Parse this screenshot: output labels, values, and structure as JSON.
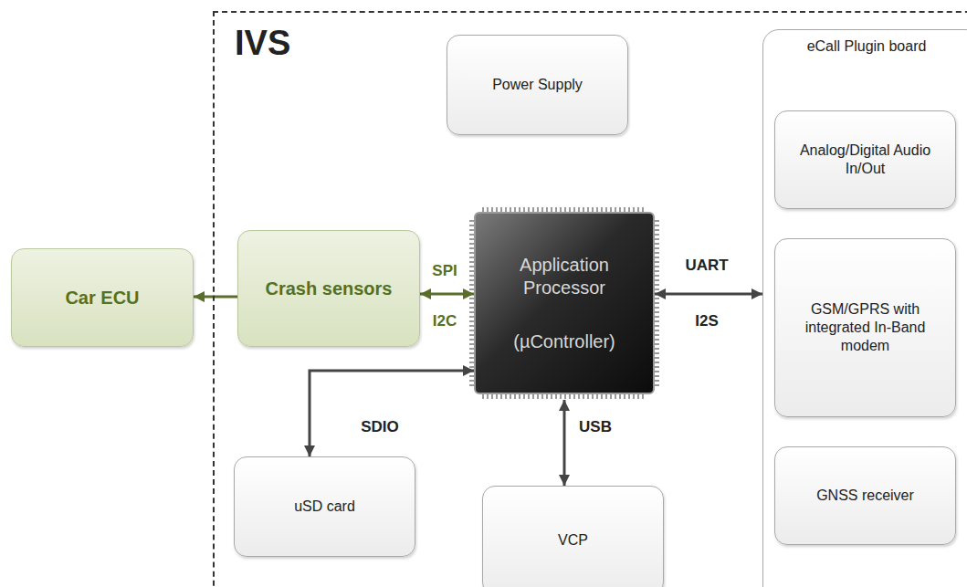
{
  "diagram": {
    "nodes": [
      {
        "text": [
          "IVS"
        ]
      },
      {
        "text": [
          "Power Supply"
        ],
        "in": 0
      },
      {
        "text": [
          "eCall Plugin board"
        ],
        "in": 0
      },
      {
        "text": [
          "Analog/Digital Audio In/Out"
        ],
        "in": 2
      },
      {
        "text": [
          "GSM/GPRS with integrated In-Band modem"
        ],
        "in": 2
      },
      {
        "text": [
          "GNSS receiver"
        ],
        "in": 2
      },
      {
        "text": [
          "Car ECU"
        ]
      },
      {
        "text": [
          "Crash sensors"
        ],
        "in": 0
      },
      {
        "text": [
          "Application Processor",
          "(µController)"
        ],
        "in": 0
      },
      {
        "text": [
          "uSD card"
        ],
        "in": 0
      },
      {
        "text": [
          "VCP"
        ],
        "in": 0
      }
    ],
    "edges": [
      {
        "from": 7,
        "to": 6,
        "arrow": "to"
      },
      {
        "from": 7,
        "to": 8,
        "arrow": "both",
        "label": "SPI"
      },
      {
        "from": 8,
        "to": 2,
        "arrow": "both",
        "label": "UART"
      },
      {
        "from": 8,
        "to": 9,
        "arrow": "both",
        "label": "SDIO"
      },
      {
        "from": 8,
        "to": 10,
        "arrow": "both",
        "label": "USB"
      }
    ],
    "labels": [
      "I2C",
      "I2S"
    ]
  }
}
